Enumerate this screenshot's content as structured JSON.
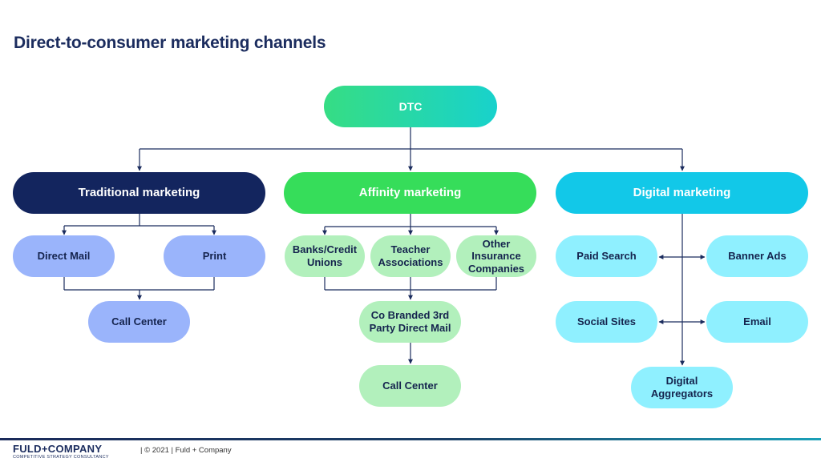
{
  "title": "Direct-to-consumer marketing channels",
  "root": "DTC",
  "categories": {
    "traditional": "Traditional marketing",
    "affinity": "Affinity marketing",
    "digital": "Digital marketing"
  },
  "traditional": {
    "direct_mail": "Direct Mail",
    "print": "Print",
    "call_center": "Call Center"
  },
  "affinity": {
    "banks": "Banks/Credit Unions",
    "teacher": "Teacher Associations",
    "other_insurance": "Other Insurance Companies",
    "co_branded": "Co Branded 3rd Party Direct Mail",
    "call_center": "Call Center"
  },
  "digital": {
    "paid_search": "Paid Search",
    "banner_ads": "Banner Ads",
    "social_sites": "Social Sites",
    "email": "Email",
    "aggregators": "Digital Aggregators"
  },
  "footer": {
    "logo": "FULD+COMPANY",
    "tagline": "COMPETITIVE STRATEGY CONSULTANCY",
    "copyright": "| © 2021 | Fuld + Company"
  },
  "colors": {
    "navy": "#13255e",
    "green": "#36dd5a",
    "cyan": "#12c8e8",
    "light_blue": "#9ab4fb",
    "light_green": "#b2f0bc",
    "light_cyan": "#8ff0ff",
    "connector": "#1b2c5e"
  }
}
